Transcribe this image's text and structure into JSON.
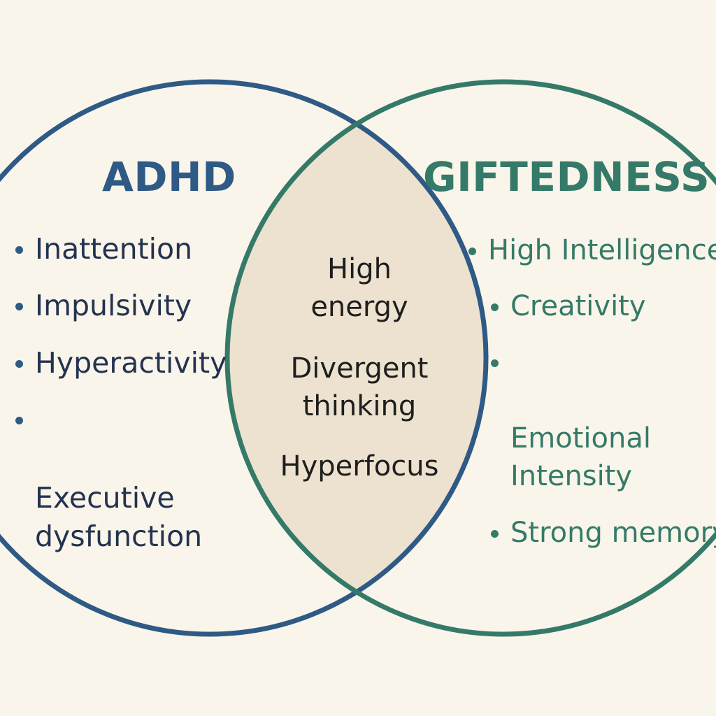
{
  "colors": {
    "background": "#faf5ea",
    "adhd": "#2e5a85",
    "giftedness": "#357a68",
    "overlap_fill": "#ede2cf",
    "overlap_text": "#1e1e1e",
    "list_text_adhd": "#23334f"
  },
  "adhd": {
    "title": "ADHD",
    "items": [
      "Inattention",
      "Impulsivity",
      "Hyperactivity",
      "Executive\ndysfunction"
    ]
  },
  "giftedness": {
    "title": "GIFTEDNESS",
    "items": [
      "High Intelligence",
      "Creativity",
      "Emotional\nIntensity",
      "Strong memory"
    ]
  },
  "overlap": {
    "items": [
      "High\nenergy",
      "Divergent\nthinking",
      "Hyperfocus"
    ]
  }
}
